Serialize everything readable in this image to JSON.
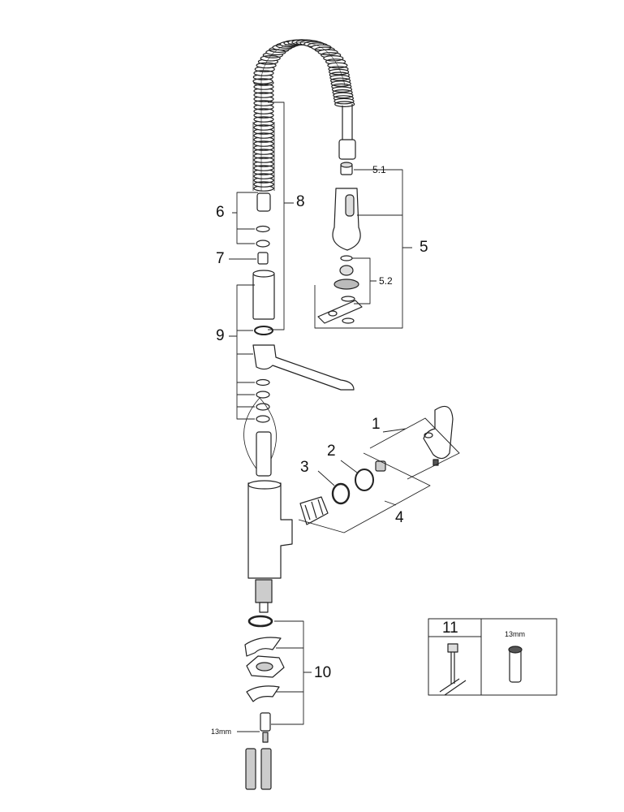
{
  "labels": {
    "part_1": "1",
    "part_2": "2",
    "part_3": "3",
    "part_4": "4",
    "part_5": "5",
    "part_5_1": "5.1",
    "part_5_2": "5.2",
    "part_6": "6",
    "part_7": "7",
    "part_8": "8",
    "part_9": "9",
    "part_10": "10",
    "wrench_size_bottom": "13mm"
  },
  "tool_box": {
    "title": "11",
    "wrench_size": "13mm"
  },
  "colors": {
    "line": "#222222",
    "part_fill": "#ffffff",
    "shade": "#d9d9d9",
    "dark": "#555555"
  }
}
